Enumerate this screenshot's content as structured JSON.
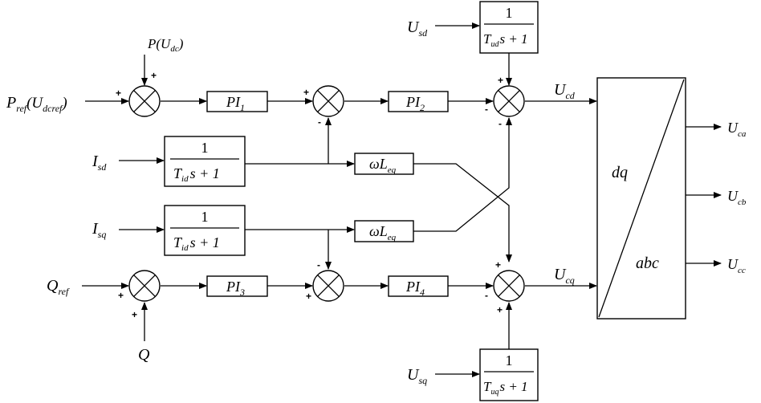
{
  "signals": {
    "p_ref_main": "P",
    "p_ref_sub": "ref",
    "p_ref_paren_open": "(U",
    "p_ref_paren_sub": "dcref",
    "p_ref_paren_close": ")",
    "p_udc_main": "P(U",
    "p_udc_sub": "dc",
    "p_udc_close": ")",
    "isd_main": "I",
    "isd_sub": "sd",
    "isq_main": "I",
    "isq_sub": "sq",
    "qref_main": "Q",
    "qref_sub": "ref",
    "q": "Q",
    "usd_main": "U",
    "usd_sub": "sd",
    "usq_main": "U",
    "usq_sub": "sq",
    "ucd_main": "U",
    "ucd_sub": "cd",
    "ucq_main": "U",
    "ucq_sub": "cq",
    "uca_main": "U",
    "uca_sub": "ca",
    "ucb_main": "U",
    "ucb_sub": "cb",
    "ucc_main": "U",
    "ucc_sub": "cc"
  },
  "blocks": {
    "pi1_main": "PI",
    "pi1_sub": "1",
    "pi2_main": "PI",
    "pi2_sub": "2",
    "pi3_main": "PI",
    "pi3_sub": "3",
    "pi4_main": "PI",
    "pi4_sub": "4",
    "tf_num": "1",
    "tf_T": "T",
    "tf_sub_id": "id",
    "tf_sub_ud": "ud",
    "tf_sub_uq": "uq",
    "tf_tail": "s + 1",
    "wl_main": "ωL",
    "wl_sub": "eq",
    "dq": "dq",
    "abc": "abc"
  },
  "signs": {
    "plus": "+",
    "minus": "-"
  }
}
